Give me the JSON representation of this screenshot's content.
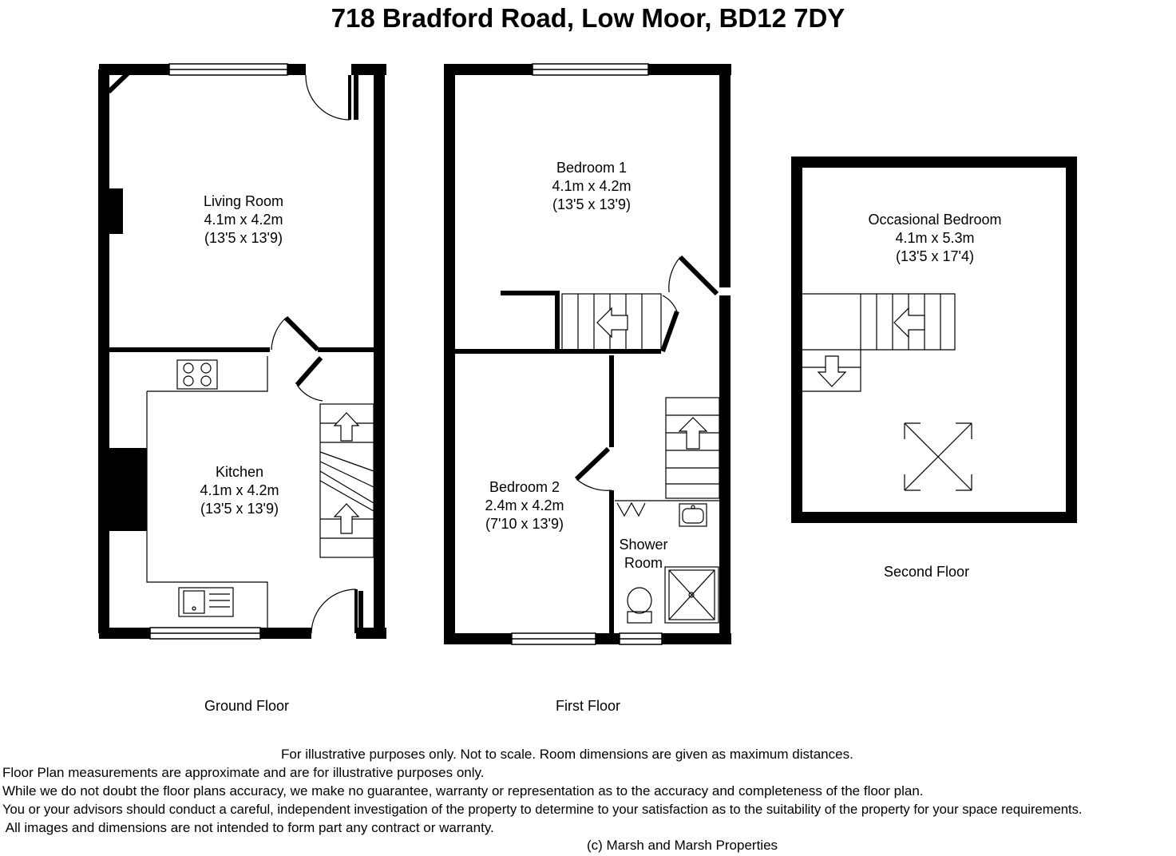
{
  "title": "718 Bradford Road, Low Moor, BD12 7DY",
  "floors": {
    "ground": "Ground Floor",
    "first": "First Floor",
    "second": "Second Floor"
  },
  "rooms": {
    "living": {
      "name": "Living Room",
      "metric": "4.1m x 4.2m",
      "imperial": "(13'5 x 13'9)"
    },
    "kitchen": {
      "name": "Kitchen",
      "metric": "4.1m x 4.2m",
      "imperial": "(13'5 x 13'9)"
    },
    "bedroom1": {
      "name": "Bedroom 1",
      "metric": "4.1m x 4.2m",
      "imperial": "(13'5 x 13'9)"
    },
    "bedroom2": {
      "name": "Bedroom 2",
      "metric": "2.4m x 4.2m",
      "imperial": "(7'10 x 13'9)"
    },
    "shower": {
      "name1": "Shower",
      "name2": "Room"
    },
    "occasional": {
      "name": "Occasional Bedroom",
      "metric": "4.1m x 5.3m",
      "imperial": "(13'5 x 17'4)"
    }
  },
  "disclaimer": {
    "line1": "For illustrative purposes only.  Not to scale.  Room dimensions are given as maximum distances.",
    "line2": "Floor Plan measurements are approximate and are for illustrative purposes only.",
    "line3": "While we do not doubt the floor plans accuracy, we make no guarantee, warranty or representation as to the accuracy and completeness of the floor plan.",
    "line4": "You or your advisors should conduct a careful, independent investigation of the property to determine to your satisfaction as to the suitability of the property for your space requirements.",
    "line5": " All images and dimensions are not intended to form part any contract or warranty.",
    "copyright": "(c) Marsh and Marsh Properties"
  },
  "colors": {
    "wall": "#000000",
    "background": "#ffffff"
  }
}
